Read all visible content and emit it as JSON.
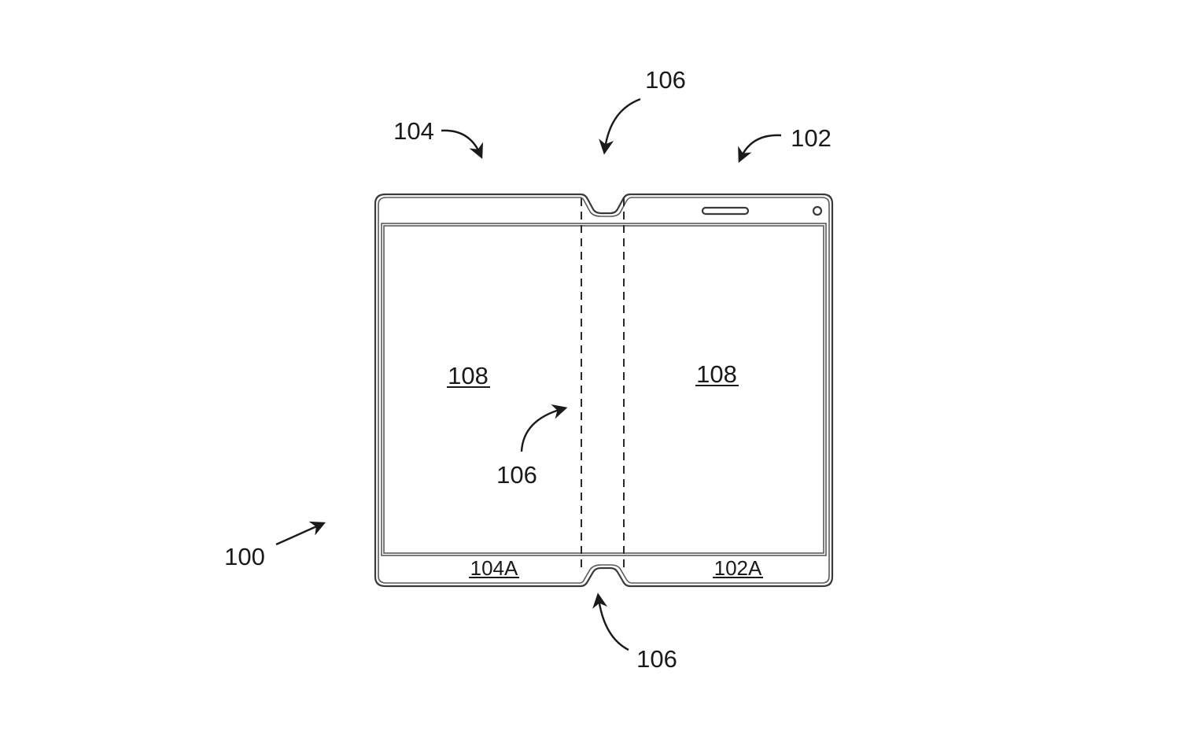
{
  "labels": {
    "device": "100",
    "display_right_housing": "102",
    "display_left_housing": "104",
    "hinge_top": "106",
    "hinge_middle": "106",
    "hinge_bottom": "106",
    "screen_left": "108",
    "screen_right": "108",
    "bezel_left": "104A",
    "bezel_right": "102A"
  }
}
